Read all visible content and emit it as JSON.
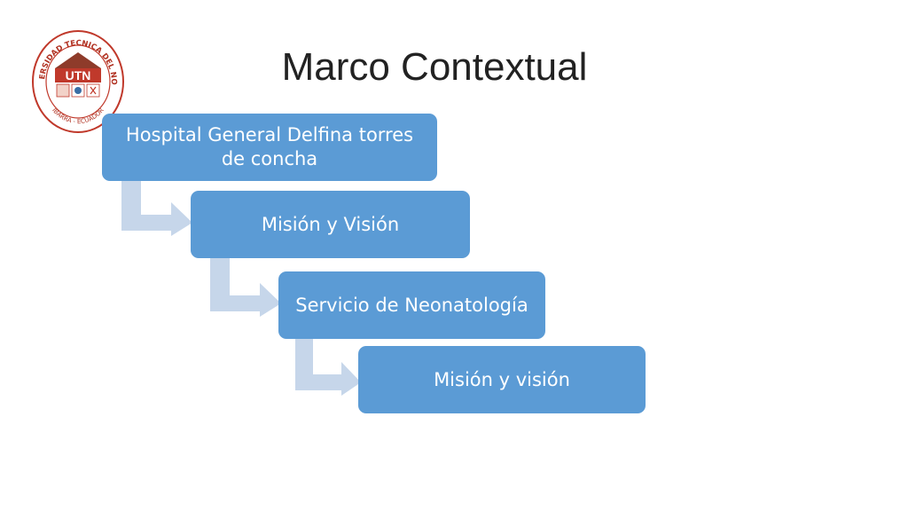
{
  "slide": {
    "title": "Marco Contextual"
  },
  "logo": {
    "ring_text": "UNIVERSIDAD TECNICA DEL NORTE",
    "center_text": "UTN",
    "bottom_text": "IBARRA - ECUADOR",
    "colors": {
      "ring": "#c0392b",
      "roof": "#8e3b2a",
      "text": "#b03020"
    }
  },
  "diagram": {
    "colors": {
      "box": "#5b9bd5",
      "arrow": "#c6d6ea",
      "text": "#ffffff"
    },
    "steps": [
      {
        "label": "Hospital General Delfina torres de concha"
      },
      {
        "label": "Misión y Visión"
      },
      {
        "label": "Servicio de Neonatología"
      },
      {
        "label": "Misión y visión"
      }
    ]
  }
}
